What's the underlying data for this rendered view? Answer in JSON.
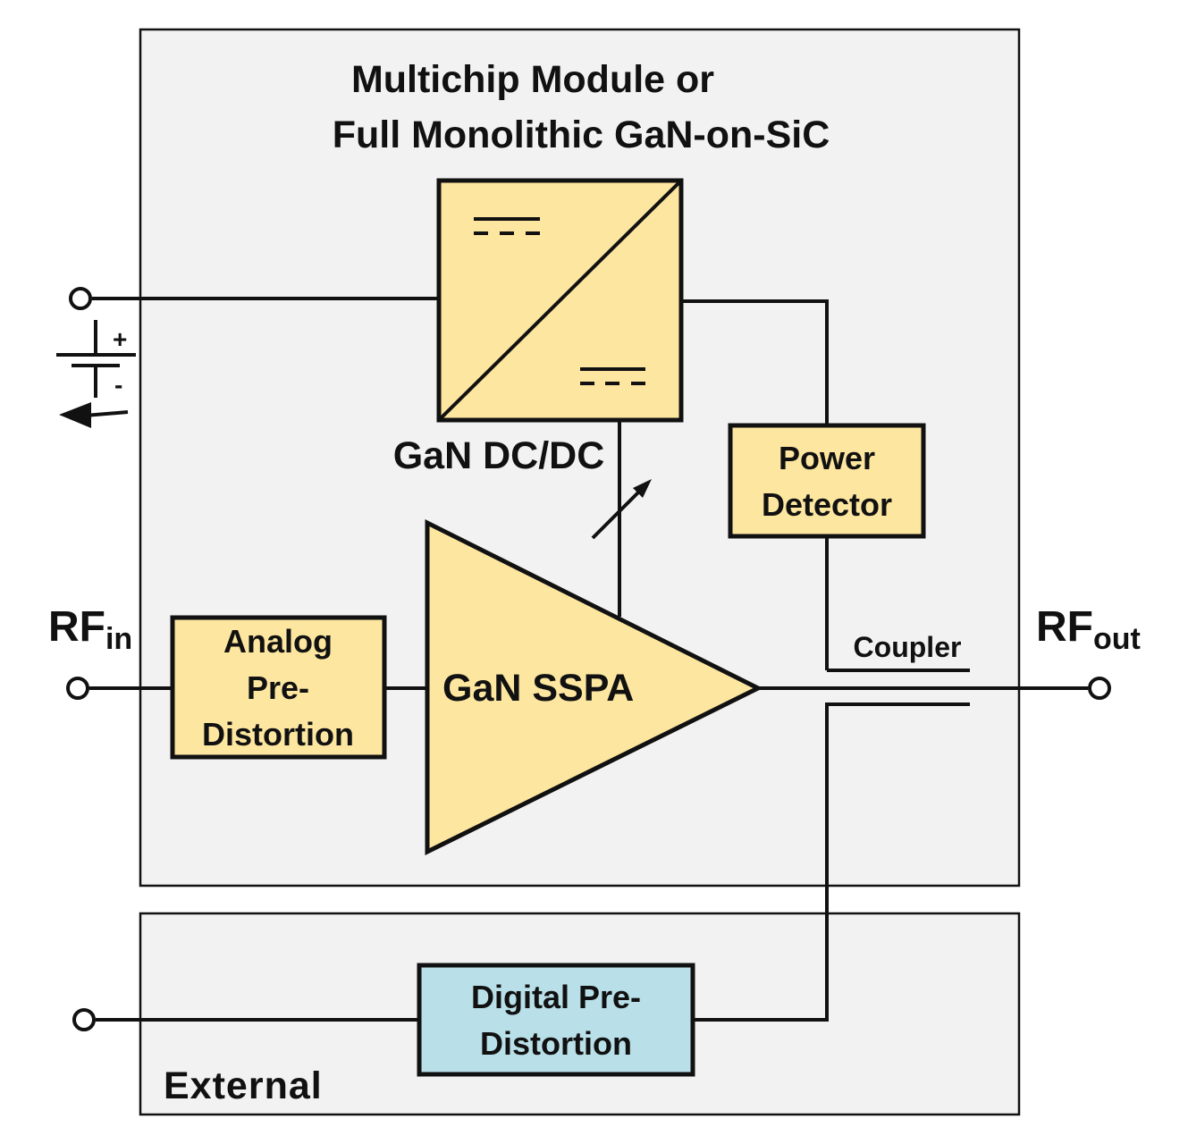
{
  "module": {
    "title_line1": "Multichip Module or",
    "title_line2": "Full Monolithic GaN-on-SiC"
  },
  "external": {
    "label": "External"
  },
  "blocks": {
    "dcdc": "GaN DC/DC",
    "power_detector": [
      "Power",
      "Detector"
    ],
    "analog_pd": [
      "Analog",
      "Pre-",
      "Distortion"
    ],
    "sspa": "GaN SSPA",
    "digital_pd": [
      "Digital Pre-",
      "Distortion"
    ],
    "coupler": "Coupler"
  },
  "ports": {
    "rf_in": {
      "main": "RF",
      "sub": "in"
    },
    "rf_out": {
      "main": "RF",
      "sub": "out"
    },
    "battery_plus": "+",
    "battery_minus": "-"
  },
  "colors": {
    "block_fill": "#fde6a0",
    "digital_fill": "#b9dfe8",
    "frame_fill": "#f2f2f2",
    "line": "#111111"
  }
}
